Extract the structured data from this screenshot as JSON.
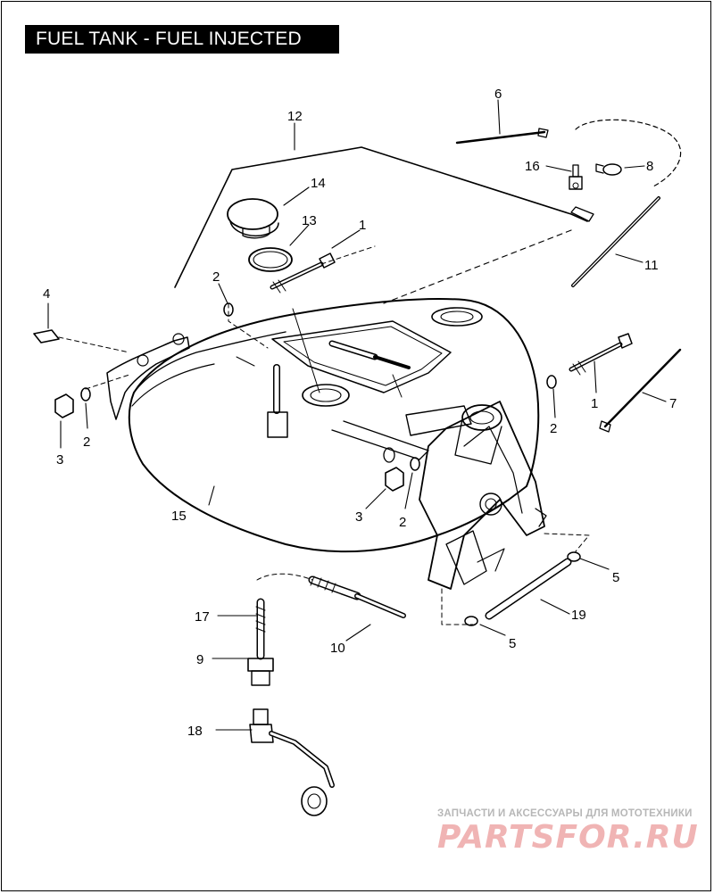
{
  "title": "FUEL TANK - FUEL INJECTED",
  "callouts": [
    {
      "id": "c1a",
      "label": "1"
    },
    {
      "id": "c1b",
      "label": "1"
    },
    {
      "id": "c2a",
      "label": "2"
    },
    {
      "id": "c2b",
      "label": "2"
    },
    {
      "id": "c2c",
      "label": "2"
    },
    {
      "id": "c2d",
      "label": "2"
    },
    {
      "id": "c3a",
      "label": "3"
    },
    {
      "id": "c3b",
      "label": "3"
    },
    {
      "id": "c4",
      "label": "4"
    },
    {
      "id": "c5a",
      "label": "5"
    },
    {
      "id": "c5b",
      "label": "5"
    },
    {
      "id": "c6",
      "label": "6"
    },
    {
      "id": "c7",
      "label": "7"
    },
    {
      "id": "c8",
      "label": "8"
    },
    {
      "id": "c9",
      "label": "9"
    },
    {
      "id": "c10",
      "label": "10"
    },
    {
      "id": "c11",
      "label": "11"
    },
    {
      "id": "c12",
      "label": "12"
    },
    {
      "id": "c13",
      "label": "13"
    },
    {
      "id": "c14",
      "label": "14"
    },
    {
      "id": "c15",
      "label": "15"
    },
    {
      "id": "c16",
      "label": "16"
    },
    {
      "id": "c17",
      "label": "17"
    },
    {
      "id": "c18",
      "label": "18"
    },
    {
      "id": "c19",
      "label": "19"
    }
  ],
  "watermark": {
    "tagline": "ЗАПЧАСТИ И АКСЕССУАРЫ ДЛЯ МОТОТЕХНИКИ",
    "brand": "PARTSFOR.RU"
  }
}
